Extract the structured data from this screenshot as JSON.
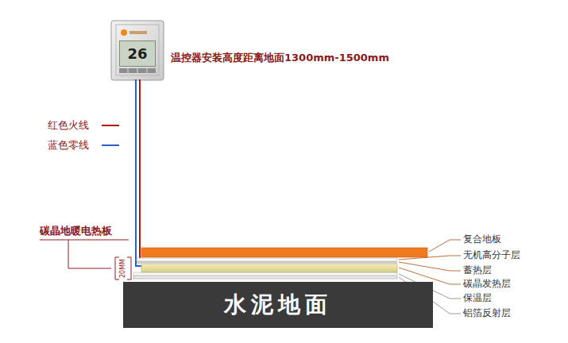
{
  "diagram": {
    "nodes": [
      {
        "text": [
          "26"
        ]
      },
      {
        "text": [
          "水泥地面"
        ]
      }
    ],
    "labels": [
      "温控器安装高度距离地面1300mm-1500mm",
      "红色火线",
      "蓝色零线",
      "碳晶地暖电热板",
      "20MM",
      "复合地板",
      "无机高分子层",
      "蓄热层",
      "碳晶发热层",
      "保温层",
      "铝箔反射层"
    ]
  }
}
